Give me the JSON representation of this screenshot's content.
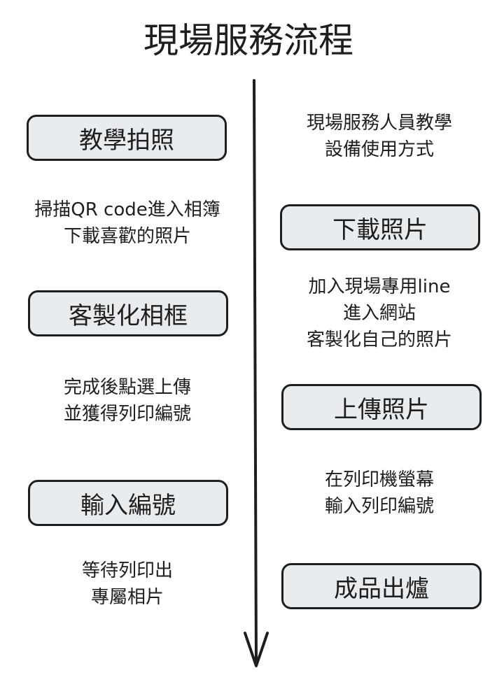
{
  "title": "現場服務流程",
  "left_boxes": [
    "教學拍照",
    "客製化相框",
    "輸入編號"
  ],
  "right_boxes": [
    "下載照片",
    "上傳照片",
    "成品出爐"
  ],
  "right_texts": [
    [
      "現場服務人員教學",
      "設備使用方式"
    ],
    [
      "加入現場專用line",
      "進入網站",
      "客製化自己的照片"
    ],
    [
      "在列印機螢幕",
      "輸入列印編號"
    ]
  ],
  "left_texts": [
    [
      "掃描QR code進入相簿",
      "下載喜歡的照片"
    ],
    [
      "完成後點選上傳",
      "並獲得列印編號"
    ],
    [
      "等待列印出",
      "專屬相片"
    ]
  ]
}
